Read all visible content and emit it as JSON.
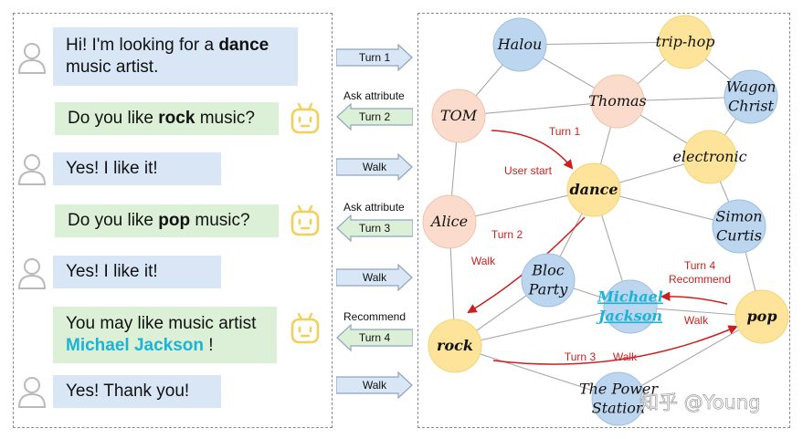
{
  "colors": {
    "user_bubble": "#d8e6f5",
    "bot_bubble": "#dcefd7",
    "user_arrow": "#d8e6f5",
    "bot_arrow": "#dcefd7",
    "arrow_stroke": "#8ea3bf",
    "highlight_text": "#1bb3d6",
    "red_path": "#cc1f1f",
    "node_blue": "#bcd6ef",
    "node_yellow": "#fde49a",
    "node_pink": "#fbdccc",
    "edge_gray": "#a8a8a8"
  },
  "dialogue": [
    {
      "speaker": "user",
      "icon": "user-avatar-icon",
      "parts": [
        {
          "text": "Hi! I'm looking for a ",
          "style": "normal"
        },
        {
          "text": "dance",
          "style": "bold"
        },
        {
          "text": " music artist.",
          "style": "normal"
        }
      ]
    },
    {
      "speaker": "bot",
      "icon": "robot-avatar-icon",
      "parts": [
        {
          "text": "Do you like ",
          "style": "normal"
        },
        {
          "text": "rock",
          "style": "bold"
        },
        {
          "text": " music?",
          "style": "normal"
        }
      ]
    },
    {
      "speaker": "user",
      "icon": "user-avatar-icon",
      "parts": [
        {
          "text": "Yes! I like it!",
          "style": "normal"
        }
      ]
    },
    {
      "speaker": "bot",
      "icon": "robot-avatar-icon",
      "parts": [
        {
          "text": "Do you like ",
          "style": "normal"
        },
        {
          "text": "pop",
          "style": "bold"
        },
        {
          "text": " music?",
          "style": "normal"
        }
      ]
    },
    {
      "speaker": "user",
      "icon": "user-avatar-icon",
      "parts": [
        {
          "text": "Yes! I like it!",
          "style": "normal"
        }
      ]
    },
    {
      "speaker": "bot",
      "icon": "robot-avatar-icon",
      "parts": [
        {
          "text": "You may like music artist",
          "style": "normal"
        },
        {
          "text": "Michael Jackson",
          "style": "highlight",
          "newline": true
        },
        {
          "text": " !",
          "style": "normal"
        }
      ]
    },
    {
      "speaker": "user",
      "icon": "user-avatar-icon",
      "parts": [
        {
          "text": "Yes! Thank you!",
          "style": "normal"
        }
      ]
    }
  ],
  "arrows": [
    {
      "direction": "right",
      "label": "Turn 1",
      "caption": ""
    },
    {
      "direction": "left",
      "label": "Turn 2",
      "caption": "Ask attribute"
    },
    {
      "direction": "right",
      "label": "Walk",
      "caption": ""
    },
    {
      "direction": "left",
      "label": "Turn 3",
      "caption": "Ask attribute"
    },
    {
      "direction": "right",
      "label": "Walk",
      "caption": ""
    },
    {
      "direction": "left",
      "label": "Turn 4",
      "caption": "Recommend"
    },
    {
      "direction": "right",
      "label": "Walk",
      "caption": ""
    }
  ],
  "graph": {
    "nodes": [
      {
        "id": "halou",
        "label": "Halou",
        "color": "blue",
        "style": "normal"
      },
      {
        "id": "triphop",
        "label": "trip-hop",
        "color": "yellow",
        "style": "normal"
      },
      {
        "id": "tom",
        "label": "TOM",
        "color": "pink",
        "style": "normal"
      },
      {
        "id": "thomas",
        "label": "Thomas",
        "color": "pink",
        "style": "normal"
      },
      {
        "id": "wagon",
        "label": "Wagon Christ",
        "color": "blue",
        "style": "normal"
      },
      {
        "id": "electronic",
        "label": "electronic",
        "color": "yellow",
        "style": "normal"
      },
      {
        "id": "dance",
        "label": "dance",
        "color": "yellow",
        "style": "bold"
      },
      {
        "id": "alice",
        "label": "Alice",
        "color": "pink",
        "style": "normal"
      },
      {
        "id": "simon",
        "label": "Simon Curtis",
        "color": "blue",
        "style": "normal"
      },
      {
        "id": "bloc",
        "label": "Bloc Party",
        "color": "blue",
        "style": "normal"
      },
      {
        "id": "michael",
        "label": "Michael Jackson",
        "color": "blue",
        "style": "highlight"
      },
      {
        "id": "pop",
        "label": "pop",
        "color": "yellow",
        "style": "bold"
      },
      {
        "id": "rock",
        "label": "rock",
        "color": "yellow",
        "style": "bold"
      },
      {
        "id": "power",
        "label": "The Power Station",
        "color": "blue",
        "style": "normal"
      }
    ],
    "edges": [
      [
        "halou",
        "triphop"
      ],
      [
        "halou",
        "tom"
      ],
      [
        "halou",
        "thomas"
      ],
      [
        "triphop",
        "thomas"
      ],
      [
        "triphop",
        "wagon"
      ],
      [
        "thomas",
        "wagon"
      ],
      [
        "tom",
        "thomas"
      ],
      [
        "tom",
        "alice"
      ],
      [
        "thomas",
        "electronic"
      ],
      [
        "thomas",
        "dance"
      ],
      [
        "wagon",
        "electronic"
      ],
      [
        "electronic",
        "dance"
      ],
      [
        "electronic",
        "simon"
      ],
      [
        "dance",
        "alice"
      ],
      [
        "dance",
        "bloc"
      ],
      [
        "dance",
        "michael"
      ],
      [
        "dance",
        "simon"
      ],
      [
        "simon",
        "pop"
      ],
      [
        "alice",
        "rock"
      ],
      [
        "bloc",
        "rock"
      ],
      [
        "rock",
        "michael"
      ],
      [
        "rock",
        "power"
      ],
      [
        "michael",
        "pop"
      ],
      [
        "power",
        "pop"
      ],
      [
        "bloc",
        "michael"
      ]
    ],
    "paths": [
      {
        "from": "tom",
        "to": "dance",
        "label": "Turn 1"
      },
      {
        "from": "dance",
        "to": "rock",
        "label": "Turn 2"
      },
      {
        "from": "rock",
        "to": "pop",
        "label": "Turn 3"
      },
      {
        "from": "pop",
        "to": "michael",
        "label": "Turn 4"
      }
    ],
    "path_labels": [
      "Turn 1",
      "User start",
      "Turn 2",
      "Walk",
      "Turn 3",
      "Walk",
      "Turn 4",
      "Recommend",
      "Walk"
    ]
  },
  "watermark": "知乎 @Young"
}
